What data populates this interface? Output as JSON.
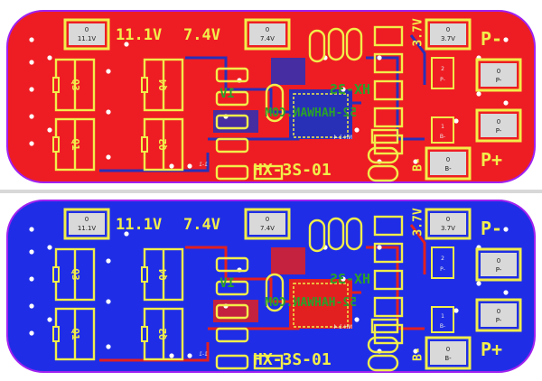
{
  "panels": [
    {
      "id": "top-copper",
      "board_color": "#ee1d23",
      "trace_color": "#2830b8",
      "silkscreen_color": "#f2ee4a",
      "edge_color": "#a020f0",
      "labels": {
        "voltage_11v": "11.1V",
        "voltage_7v": "7.4V",
        "voltage_3v": "3.7V",
        "board_name": "HX-3S-01",
        "q1": "Q1",
        "q2": "Q2",
        "q3": "Q3",
        "q4": "Q4",
        "p_minus": "P-",
        "p_plus": "P+",
        "b_minus": "B-",
        "mirror_name": "HX-3S",
        "mirror_url": "52-HAHWAN.COM",
        "mirror_v": "1V",
        "small_label_1": "NH-1-4",
        "small_label_2": "1-1"
      },
      "pads": [
        {
          "num": "0",
          "val": "11.1V"
        },
        {
          "num": "0",
          "val": "7.4V"
        },
        {
          "num": "0",
          "val": "3.7V"
        },
        {
          "num": "0",
          "val": "P-"
        },
        {
          "num": "0",
          "val": "P-"
        },
        {
          "num": "0",
          "val": "B-"
        }
      ],
      "pin_labels": {
        "p2": "2",
        "p1": "1",
        "p_small": "P-",
        "b_small": "B-"
      }
    },
    {
      "id": "bottom-copper",
      "board_color": "#1f2ee6",
      "trace_color": "#e22020",
      "silkscreen_color": "#f2ee4a",
      "edge_color": "#a020f0",
      "labels": {
        "voltage_11v": "11.1V",
        "voltage_7v": "7.4V",
        "voltage_3v": "3.7V",
        "board_name": "HX-3S-01",
        "q1": "Q1",
        "q2": "Q2",
        "q3": "Q3",
        "q4": "Q4",
        "p_minus": "P-",
        "p_plus": "P+",
        "b_minus": "B-",
        "mirror_name": "HX-3S",
        "mirror_url": "52-HAHWAN.COM",
        "mirror_v": "1V",
        "small_label_1": "NH-1-4",
        "small_label_2": "1-1"
      },
      "pads": [
        {
          "num": "0",
          "val": "11.1V"
        },
        {
          "num": "0",
          "val": "7.4V"
        },
        {
          "num": "0",
          "val": "3.7V"
        },
        {
          "num": "0",
          "val": "P-"
        },
        {
          "num": "0",
          "val": "P-"
        },
        {
          "num": "0",
          "val": "B-"
        }
      ],
      "pin_labels": {
        "p2": "2",
        "p1": "1",
        "p_small": "P-",
        "b_small": "B-"
      }
    }
  ]
}
